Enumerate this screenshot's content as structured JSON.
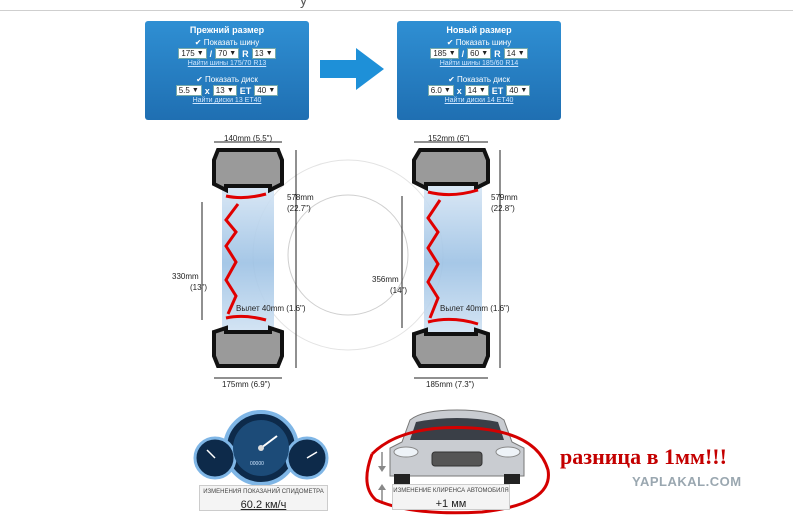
{
  "header": {
    "partial_text": "у"
  },
  "panel_old": {
    "title": "Прежний размер",
    "show_tire_label": "Показать шину",
    "tire_width": "175",
    "tire_profile": "70",
    "r_label": "R",
    "tire_rim": "13",
    "tire_link": "Найти шины 175/70 R13",
    "show_disk_label": "Показать диск",
    "disk_width": "5.5",
    "x_label": "x",
    "disk_rim": "13",
    "et_label": "ET",
    "disk_et": "40",
    "disk_link": "Найти диски 13 ET40"
  },
  "panel_new": {
    "title": "Новый размер",
    "show_tire_label": "Показать шину",
    "tire_width": "185",
    "tire_profile": "60",
    "r_label": "R",
    "tire_rim": "14",
    "tire_link": "Найти шины 185/60 R14",
    "show_disk_label": "Показать диск",
    "disk_width": "6.0",
    "x_label": "x",
    "disk_rim": "14",
    "et_label": "ET",
    "disk_et": "40",
    "disk_link": "Найти диски 14 ET40"
  },
  "diagram_old": {
    "disk_width": "140mm (5.5\")",
    "diameter_mm": "578mm",
    "diameter_in": "(22.7\")",
    "rim_mm": "330mm",
    "rim_in": "(13\")",
    "offset": "Вылет 40mm (1.6\")",
    "tire_width": "175mm (6.9\")"
  },
  "diagram_new": {
    "disk_width": "152mm (6\")",
    "diameter_mm": "579mm",
    "diameter_in": "(22.8\")",
    "rim_mm": "356mm",
    "rim_in": "(14\")",
    "offset": "Вылет 40mm (1.6\")",
    "tire_width": "185mm (7.3\")"
  },
  "speedometer": {
    "caption": "ИЗМЕНЕНИЯ ПОКАЗАНИЙ СПИДОМЕТРА",
    "value": "60.2 км/ч",
    "odometer": "00000"
  },
  "clearance": {
    "caption": "ИЗМЕНЕНИЕ КЛИРЕНСА АВТОМОБИЛЯ",
    "value": "+1 мм"
  },
  "annotation": {
    "text": "разница в 1мм!!!"
  },
  "watermark": {
    "text": "YAPLAKAL.COM"
  },
  "colors": {
    "panel": "#2381c9",
    "arrow": "#1e90d8",
    "rim_red": "#e00000",
    "circle_red": "#d40000"
  }
}
